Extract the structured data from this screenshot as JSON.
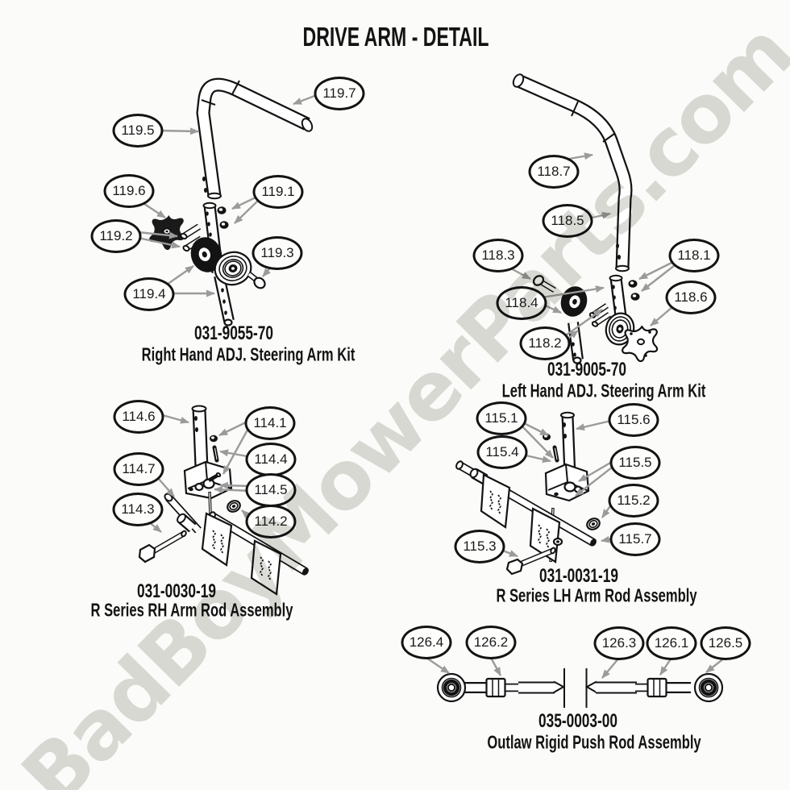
{
  "page": {
    "title": "DRIVE ARM - DETAIL",
    "watermark": "BadBoyMowerParts.com"
  },
  "colors": {
    "line": "#131313",
    "arrow": "#9b9b9b",
    "watermark": "#dcdcd8",
    "background": "#fbfbf9",
    "bubble_fill": "#fdfdfc"
  },
  "diagrams": [
    {
      "id": "rh-steering-arm-kit",
      "part_number": "031-9055-70",
      "name": "Right Hand ADJ. Steering Arm Kit",
      "callouts": [
        {
          "label": "119.7"
        },
        {
          "label": "119.5"
        },
        {
          "label": "119.6"
        },
        {
          "label": "119.1"
        },
        {
          "label": "119.2"
        },
        {
          "label": "119.3"
        },
        {
          "label": "119.4"
        }
      ]
    },
    {
      "id": "lh-steering-arm-kit",
      "part_number": "031-9005-70",
      "name": "Left Hand ADJ. Steering Arm Kit",
      "callouts": [
        {
          "label": "118.7"
        },
        {
          "label": "118.5"
        },
        {
          "label": "118.3"
        },
        {
          "label": "118.1"
        },
        {
          "label": "118.4"
        },
        {
          "label": "118.6"
        },
        {
          "label": "118.2"
        }
      ]
    },
    {
      "id": "r-series-rh-arm-rod",
      "part_number": "031-0030-19",
      "name": "R Series RH Arm Rod Assembly",
      "callouts": [
        {
          "label": "114.6"
        },
        {
          "label": "114.1"
        },
        {
          "label": "114.7"
        },
        {
          "label": "114.4"
        },
        {
          "label": "114.5"
        },
        {
          "label": "114.3"
        },
        {
          "label": "114.2"
        }
      ]
    },
    {
      "id": "r-series-lh-arm-rod",
      "part_number": "031-0031-19",
      "name": "R Series LH Arm Rod Assembly",
      "callouts": [
        {
          "label": "115.1"
        },
        {
          "label": "115.6"
        },
        {
          "label": "115.4"
        },
        {
          "label": "115.5"
        },
        {
          "label": "115.2"
        },
        {
          "label": "115.3"
        },
        {
          "label": "115.7"
        }
      ]
    },
    {
      "id": "outlaw-rigid-push-rod",
      "part_number": "035-0003-00",
      "name": "Outlaw Rigid Push Rod Assembly",
      "callouts": [
        {
          "label": "126.4"
        },
        {
          "label": "126.2"
        },
        {
          "label": "126.3"
        },
        {
          "label": "126.1"
        },
        {
          "label": "126.5"
        }
      ]
    }
  ]
}
